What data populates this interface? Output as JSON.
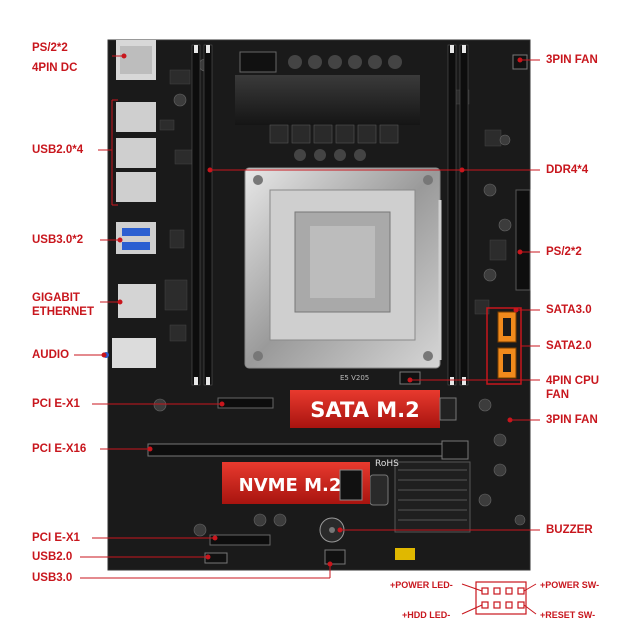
{
  "board": {
    "silkscreen_model": "E5 V205",
    "rohs_mark": "RoHS",
    "sata_m2_label": "SATA M.2",
    "nvme_m2_label": "NVME M.2"
  },
  "callouts_left": {
    "ps2": "PS/2*2",
    "dc4pin": "4PIN DC",
    "usb20x4": "USB2.0*4",
    "usb30x2": "USB3.0*2",
    "gigabit_line1": "GIGABIT",
    "gigabit_line2": "ETHERNET",
    "audio": "AUDIO",
    "pcie_x1_top": "PCI E-X1",
    "pcie_x16": "PCI E-X16",
    "pcie_x1_bottom": "PCI E-X1",
    "usb20": "USB2.0",
    "usb30": "USB3.0"
  },
  "callouts_right": {
    "fan3pin_top": "3PIN FAN",
    "ddr4": "DDR4*4",
    "ps2": "PS/2*2",
    "sata30": "SATA3.0",
    "sata20": "SATA2.0",
    "cpu_fan_line1": "4PIN CPU",
    "cpu_fan_line2": "FAN",
    "fan3pin_bottom": "3PIN FAN",
    "buzzer": "BUZZER"
  },
  "front_panel": {
    "power_led": "+POWER LED-",
    "power_sw": "+POWER SW-",
    "hdd_led": "+HDD LED-",
    "reset_sw": "+RESET SW-"
  },
  "colors": {
    "accent": "#c8161d",
    "board": "#1a1a1a",
    "sata_banner": "#d42a22",
    "sata_port": "#f08a1c"
  }
}
